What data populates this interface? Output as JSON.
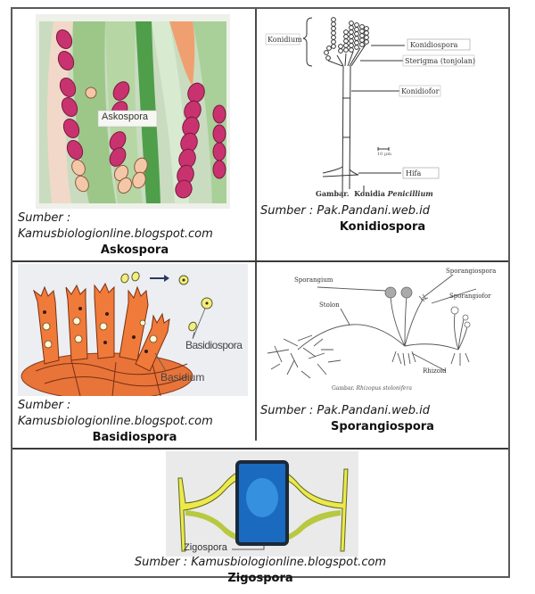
{
  "document": {
    "cells": [
      {
        "id": "askospora",
        "figure_label": "Askospora",
        "source_prefix": "Sumber :",
        "source_url": "Kamusbiologionline.blogspot.com",
        "caption": "Askospora"
      },
      {
        "id": "konidiospora",
        "figure_labels": {
          "konidium": "Konidium",
          "konidiospora": "Konidiospora",
          "sterigma": "Sterigma (tonjolan)",
          "konidiofor": "Konidiofor",
          "scale": "10 µm",
          "hifa": "Hifa",
          "figure_caption_prefix": "Gambar.  Konidia ",
          "figure_caption_italic": "Penicillium"
        },
        "source": "Sumber : Pak.Pandani.web.id",
        "caption": "Konidiospora"
      },
      {
        "id": "basidiospora",
        "figure_labels": {
          "basidiospora": "Basidiospora",
          "basidium": "Basidium"
        },
        "source_prefix": "Sumber :",
        "source_url": "Kamusbiologionline.blogspot.com",
        "caption": "Basidiospora"
      },
      {
        "id": "sporangiospora",
        "figure_labels": {
          "sporangium": "Sporangium",
          "sporangiospora": "Sporangiospora",
          "sporangiofor": "Sporangiofor",
          "stolon": "Stolon",
          "rhizoid": "Rhizoid",
          "figure_caption_prefix": "Gambar. ",
          "figure_caption_italic": "Rhizopus stolonifera"
        },
        "source": "Sumber : Pak.Pandani.web.id",
        "caption": "Sporangiospora"
      },
      {
        "id": "zigospora",
        "figure_labels": {
          "zigospora": "Zigospora"
        },
        "source": "Sumber : Kamusbiologionline.blogspot.com",
        "caption": "Zigospora"
      }
    ]
  }
}
